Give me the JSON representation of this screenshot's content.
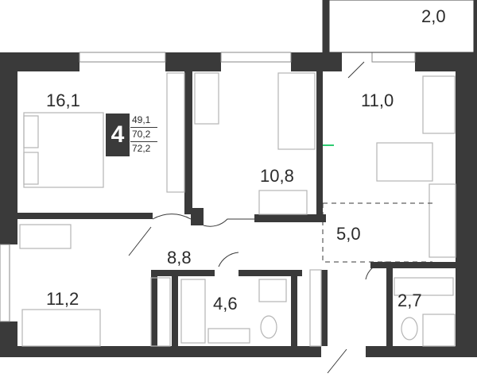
{
  "plan": {
    "room_count": "4",
    "areas": [
      "49,1",
      "70,2",
      "72,2"
    ],
    "rooms": {
      "balcony": "2,0",
      "bedroom_main": "16,1",
      "bedroom_study": "10,8",
      "kitchen_living": "11,0",
      "hall": "8,8",
      "dining": "5,0",
      "bedroom_small": "11,2",
      "bathroom": "4,6",
      "wc": "2,7"
    },
    "colors": {
      "wall": "#3a3a3a",
      "furniture": "#b5b5b5",
      "accent": "#2ecc71"
    }
  }
}
